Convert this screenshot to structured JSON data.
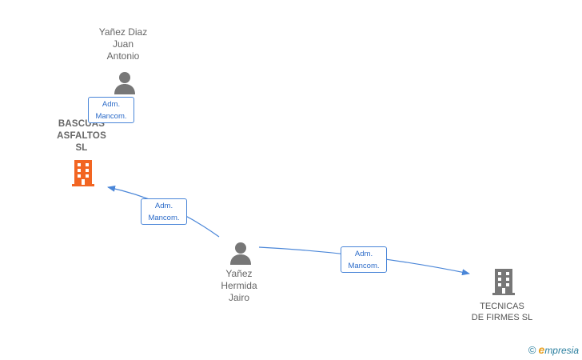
{
  "nodes": {
    "yanez_diaz": {
      "name": "Yañez Diaz\nJuan\nAntonio",
      "kind": "person",
      "icon": "person-icon"
    },
    "bascuas": {
      "name": "BASCUAS\nASFALTOS\nSL",
      "kind": "company",
      "icon": "building-icon",
      "color": "#f26522"
    },
    "yanez_hermida": {
      "name": "Yañez\nHermida\nJairo",
      "kind": "person",
      "icon": "person-icon"
    },
    "tecnicas": {
      "name": "TECNICAS\nDE FIRMES  SL",
      "kind": "company",
      "icon": "building-icon",
      "color": "#777777"
    }
  },
  "edges": [
    {
      "from": "yanez_diaz",
      "to": "bascuas",
      "role_line1": "Adm.",
      "role_line2": "Mancom."
    },
    {
      "from": "yanez_hermida",
      "to": "bascuas",
      "role_line1": "Adm.",
      "role_line2": "Mancom."
    },
    {
      "from": "yanez_hermida",
      "to": "tecnicas",
      "role_line1": "Adm.",
      "role_line2": "Mancom."
    }
  ],
  "colors": {
    "edge": "#4a86d8",
    "person": "#777777",
    "text": "#666666"
  },
  "brand": {
    "copyright": "©",
    "initial": "e",
    "rest": "mpresia"
  }
}
